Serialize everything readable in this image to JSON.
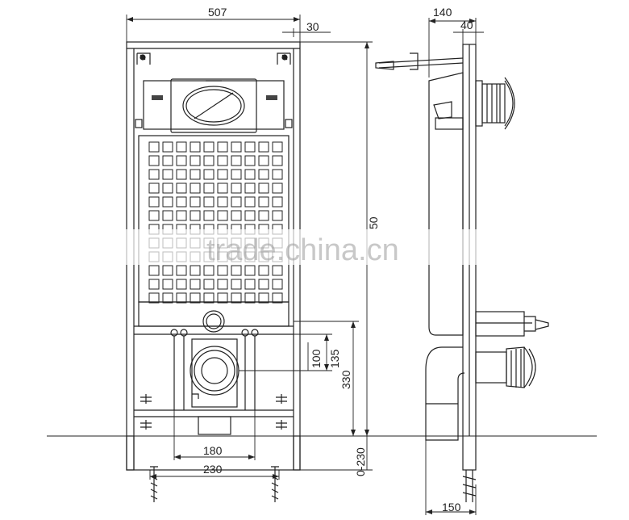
{
  "dimensions": {
    "total_width": "507",
    "frame_offset": "30",
    "side_depth": "140",
    "side_offset": "40",
    "height_partial": "50",
    "pipe_height_100": "100",
    "pipe_height_135": "135",
    "height_330": "330",
    "height_range": "0-230",
    "bolt_spacing_180": "180",
    "bolt_spacing_230": "230",
    "foot_depth": "150"
  },
  "watermark": "trade.china.cn"
}
